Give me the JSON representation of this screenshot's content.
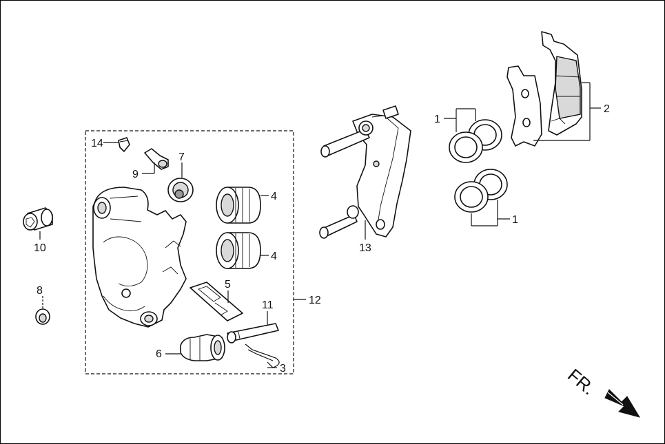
{
  "diagram": {
    "callouts": {
      "c1a": "1",
      "c1b": "1",
      "c2": "2",
      "c3": "3",
      "c4a": "4",
      "c4b": "4",
      "c5": "5",
      "c6": "6",
      "c7": "7",
      "c8": "8",
      "c9": "9",
      "c10": "10",
      "c11": "11",
      "c12": "12",
      "c13": "13",
      "c14": "14"
    },
    "direction_label": "FR."
  }
}
